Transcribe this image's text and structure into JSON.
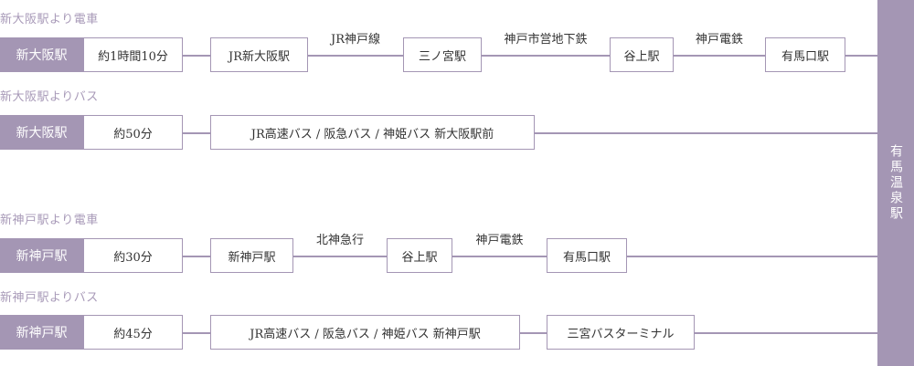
{
  "destination": "有馬温泉駅",
  "routes": [
    {
      "title": "新大阪駅より電車",
      "origin": "新大阪駅",
      "time": "約1時間10分",
      "stops": [
        "JR新大阪駅",
        "三ノ宮駅",
        "谷上駅",
        "有馬口駅"
      ],
      "segments": [
        "JR神戸線",
        "神戸市営地下鉄",
        "神戸電鉄"
      ]
    },
    {
      "title": "新大阪駅よりバス",
      "origin": "新大阪駅",
      "time": "約50分",
      "stops": [
        "JR高速バス / 阪急バス / 神姫バス 新大阪駅前"
      ],
      "segments": []
    },
    {
      "title": "新神戸駅より電車",
      "origin": "新神戸駅",
      "time": "約30分",
      "stops": [
        "新神戸駅",
        "谷上駅",
        "有馬口駅"
      ],
      "segments": [
        "北神急行",
        "神戸電鉄"
      ]
    },
    {
      "title": "新神戸駅よりバス",
      "origin": "新神戸駅",
      "time": "約45分",
      "stops": [
        "JR高速バス / 阪急バス / 神姫バス 新神戸駅",
        "三宮バスターミナル"
      ],
      "segments": []
    }
  ]
}
